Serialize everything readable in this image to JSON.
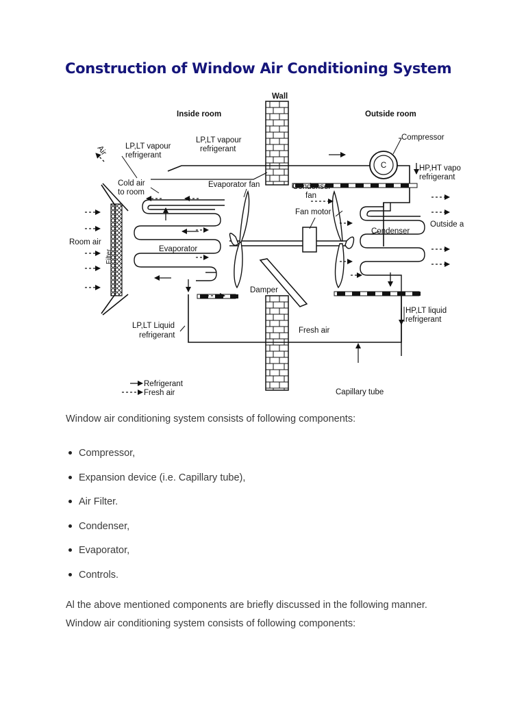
{
  "title": "Construction of Window Air Conditioning System",
  "diagram": {
    "wall": "Wall",
    "inside_room": "Inside room",
    "outside_room": "Outside room",
    "compressor": "Compressor",
    "compressor_symbol": "C",
    "lp_lt_vapour_1": "LP,LT vapour",
    "lp_lt_vapour_2": "refrigerant",
    "lp_lt_vapour_b_1": "LP,LT vapour",
    "lp_lt_vapour_b_2": "refrigerant",
    "hp_ht_vapour_1": "HP,HT vapo",
    "hp_ht_vapour_2": "refrigerant",
    "air": "Air",
    "cold_air_1": "Cold air",
    "cold_air_2": "to room",
    "evaporator_fan": "Evaporator fan",
    "condenser_fan_1": "Condenser",
    "condenser_fan_2": "fan",
    "fan_motor": "Fan motor",
    "room_air": "Room air",
    "filter": "Filter",
    "evaporator": "Evaporator",
    "condenser": "Condenser",
    "outside_air": "Outside a",
    "damper": "Damper",
    "fresh_air": "Fresh air",
    "lp_lt_liquid_1": "LP,LT Liquid",
    "lp_lt_liquid_2": "refrigerant",
    "hp_lt_liquid_1": "HP,LT liquid",
    "hp_lt_liquid_2": "refrigerant",
    "capillary_tube": "Capillary tube",
    "legend_refrigerant": "Refrigerant",
    "legend_fresh_air": "Fresh air"
  },
  "intro": "Window air conditioning system consists of following components:",
  "components": [
    "Compressor,",
    "Expansion device (i.e. Capillary tube),",
    "Air Filter.",
    "Condenser,",
    "Evaporator,",
    "Controls."
  ],
  "para1": "Al the above mentioned components are briefly discussed in the following manner.",
  "para2": "Window air conditioning system consists of following components:"
}
